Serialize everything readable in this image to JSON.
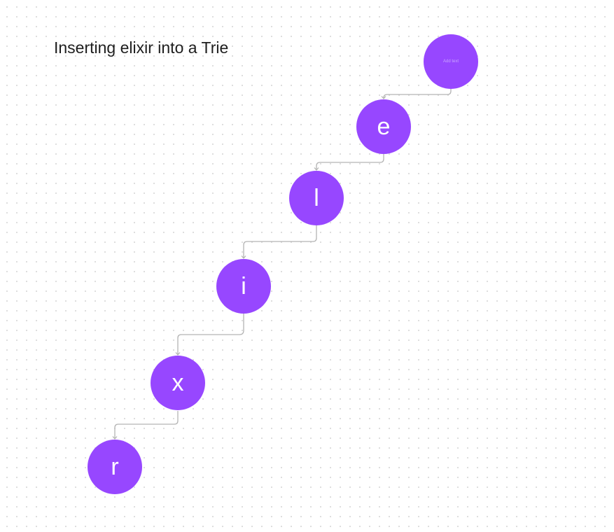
{
  "title": "Inserting elixir into a Trie",
  "colors": {
    "node_fill": "#9747ff",
    "node_text": "#ffffff",
    "connector": "#b3b3b3",
    "title_text": "#1e1e1e"
  },
  "nodes": [
    {
      "label": "Add text"
    },
    {
      "label": "e"
    },
    {
      "label": "l"
    },
    {
      "label": "i"
    },
    {
      "label": "x"
    },
    {
      "label": "r"
    }
  ]
}
